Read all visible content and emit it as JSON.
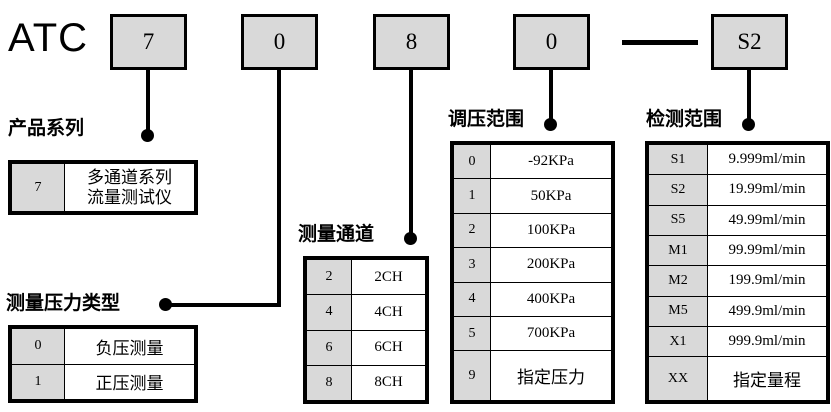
{
  "header": {
    "brand": "ATC",
    "code_boxes": [
      {
        "name": "series",
        "value": "7"
      },
      {
        "name": "pressure-type",
        "value": "0"
      },
      {
        "name": "channels",
        "value": "8"
      },
      {
        "name": "pressure-range",
        "value": "0"
      },
      {
        "name": "detection-range",
        "value": "S2"
      }
    ],
    "separator": "—"
  },
  "sections": {
    "product_series": {
      "caption": "产品系列",
      "rows": [
        {
          "code": "7",
          "desc_line1": "多通道系列",
          "desc_line2": "流量测试仪"
        }
      ]
    },
    "pressure_type": {
      "caption": "测量压力类型",
      "rows": [
        {
          "code": "0",
          "desc": "负压测量"
        },
        {
          "code": "1",
          "desc": "正压测量"
        }
      ]
    },
    "measure_channel": {
      "caption": "测量通道",
      "rows": [
        {
          "code": "2",
          "desc": "2CH"
        },
        {
          "code": "4",
          "desc": "4CH"
        },
        {
          "code": "6",
          "desc": "6CH"
        },
        {
          "code": "8",
          "desc": "8CH"
        }
      ]
    },
    "pressure_range": {
      "caption": "调压范围",
      "rows": [
        {
          "code": "0",
          "desc": "-92KPa"
        },
        {
          "code": "1",
          "desc": "50KPa"
        },
        {
          "code": "2",
          "desc": "100KPa"
        },
        {
          "code": "3",
          "desc": "200KPa"
        },
        {
          "code": "4",
          "desc": "400KPa"
        },
        {
          "code": "5",
          "desc": "700KPa"
        },
        {
          "code": "9",
          "desc": "指定压力"
        }
      ]
    },
    "detection_range": {
      "caption": "检测范围",
      "rows": [
        {
          "code": "S1",
          "desc": "9.999ml/min"
        },
        {
          "code": "S2",
          "desc": "19.99ml/min"
        },
        {
          "code": "S5",
          "desc": "49.99ml/min"
        },
        {
          "code": "M1",
          "desc": "99.99ml/min"
        },
        {
          "code": "M2",
          "desc": "199.9ml/min"
        },
        {
          "code": "M5",
          "desc": "499.9ml/min"
        },
        {
          "code": "X1",
          "desc": "999.9ml/min"
        },
        {
          "code": "XX",
          "desc": "指定量程"
        }
      ]
    }
  },
  "colors": {
    "box_fill": "#d9d9d9",
    "line": "#000000",
    "background": "#ffffff"
  }
}
